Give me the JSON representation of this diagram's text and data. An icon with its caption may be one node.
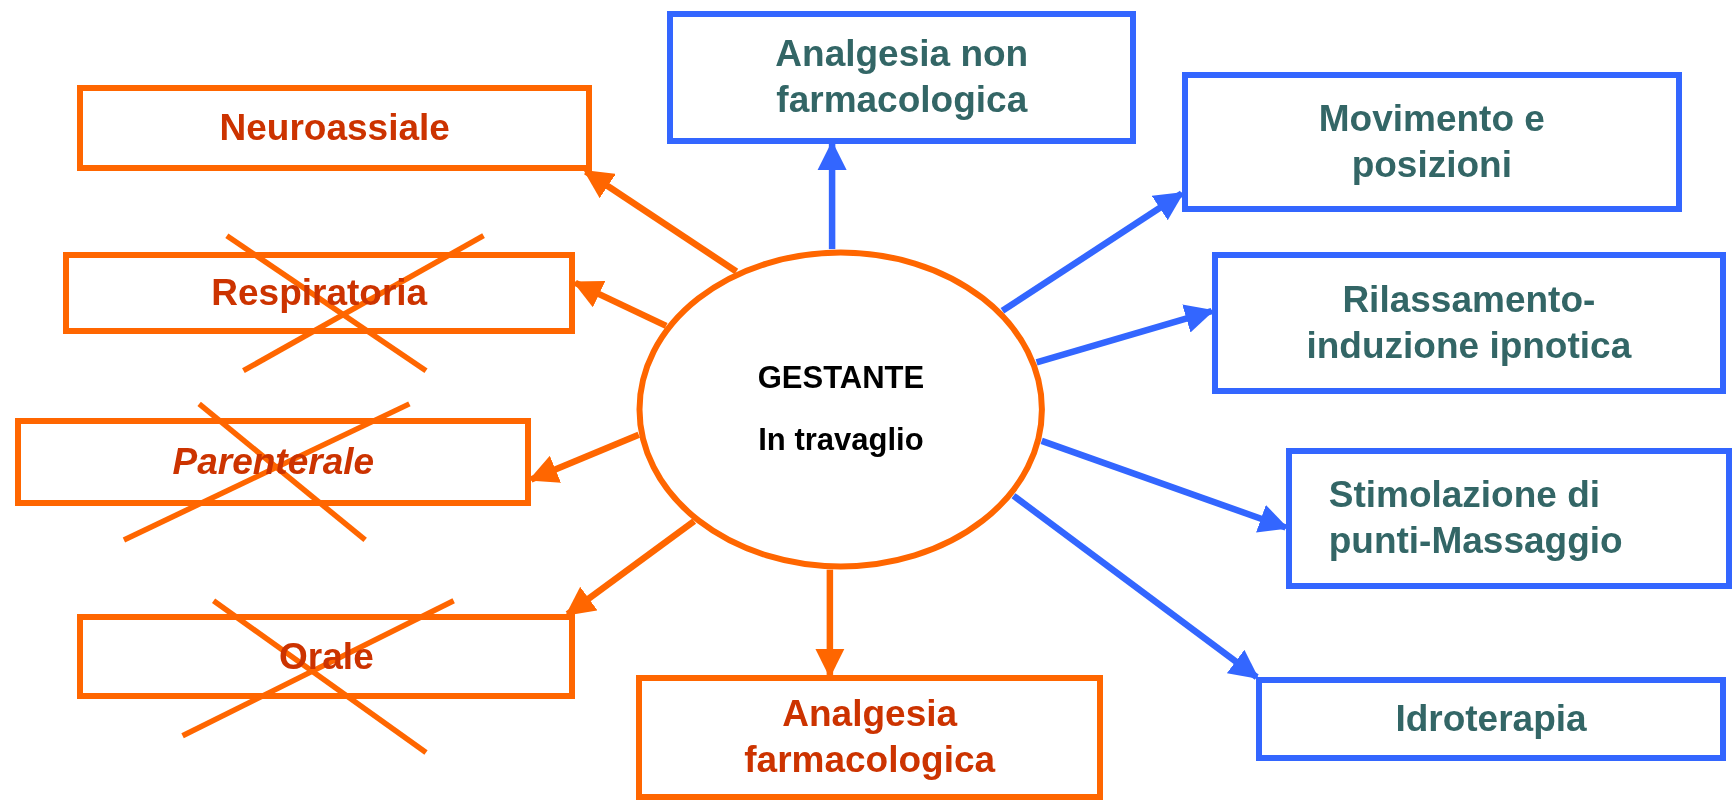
{
  "diagram": {
    "nodes": [
      {
        "text": [
          "Analgesia non farmacologica"
        ]
      },
      {
        "text": [
          "Neuroassiale"
        ]
      },
      {
        "text": [
          "Movimento e posizioni"
        ]
      },
      {
        "text": [
          "Respiratoria"
        ]
      },
      {
        "text": [
          "Rilassamento-induzione ipnotica"
        ]
      },
      {
        "text": [
          "GESTANTE",
          "In travaglio"
        ]
      },
      {
        "text": [
          "Parenterale"
        ]
      },
      {
        "text": [
          "Stimolazione di punti-Massaggio"
        ]
      },
      {
        "text": [
          "Orale"
        ]
      },
      {
        "text": [
          "Idroterapia"
        ]
      },
      {
        "text": [
          "Analgesia farmacologica"
        ]
      }
    ],
    "edges": [
      {
        "from": 5,
        "to": 1,
        "arrow": "to",
        "color": "#ff6600"
      },
      {
        "from": 5,
        "to": 3,
        "arrow": "to",
        "color": "#ff6600"
      },
      {
        "from": 5,
        "to": 6,
        "arrow": "to",
        "color": "#ff6600"
      },
      {
        "from": 5,
        "to": 8,
        "arrow": "to",
        "color": "#ff6600"
      },
      {
        "from": 5,
        "to": 10,
        "arrow": "to",
        "color": "#ff6600"
      },
      {
        "from": 5,
        "to": 0,
        "arrow": "to",
        "color": "#3366ff"
      },
      {
        "from": 5,
        "to": 2,
        "arrow": "to",
        "color": "#3366ff"
      },
      {
        "from": 5,
        "to": 4,
        "arrow": "to",
        "color": "#3366ff"
      },
      {
        "from": 5,
        "to": 7,
        "arrow": "to",
        "color": "#3366ff"
      },
      {
        "from": 5,
        "to": 9,
        "arrow": "to",
        "color": "#3366ff"
      }
    ]
  }
}
